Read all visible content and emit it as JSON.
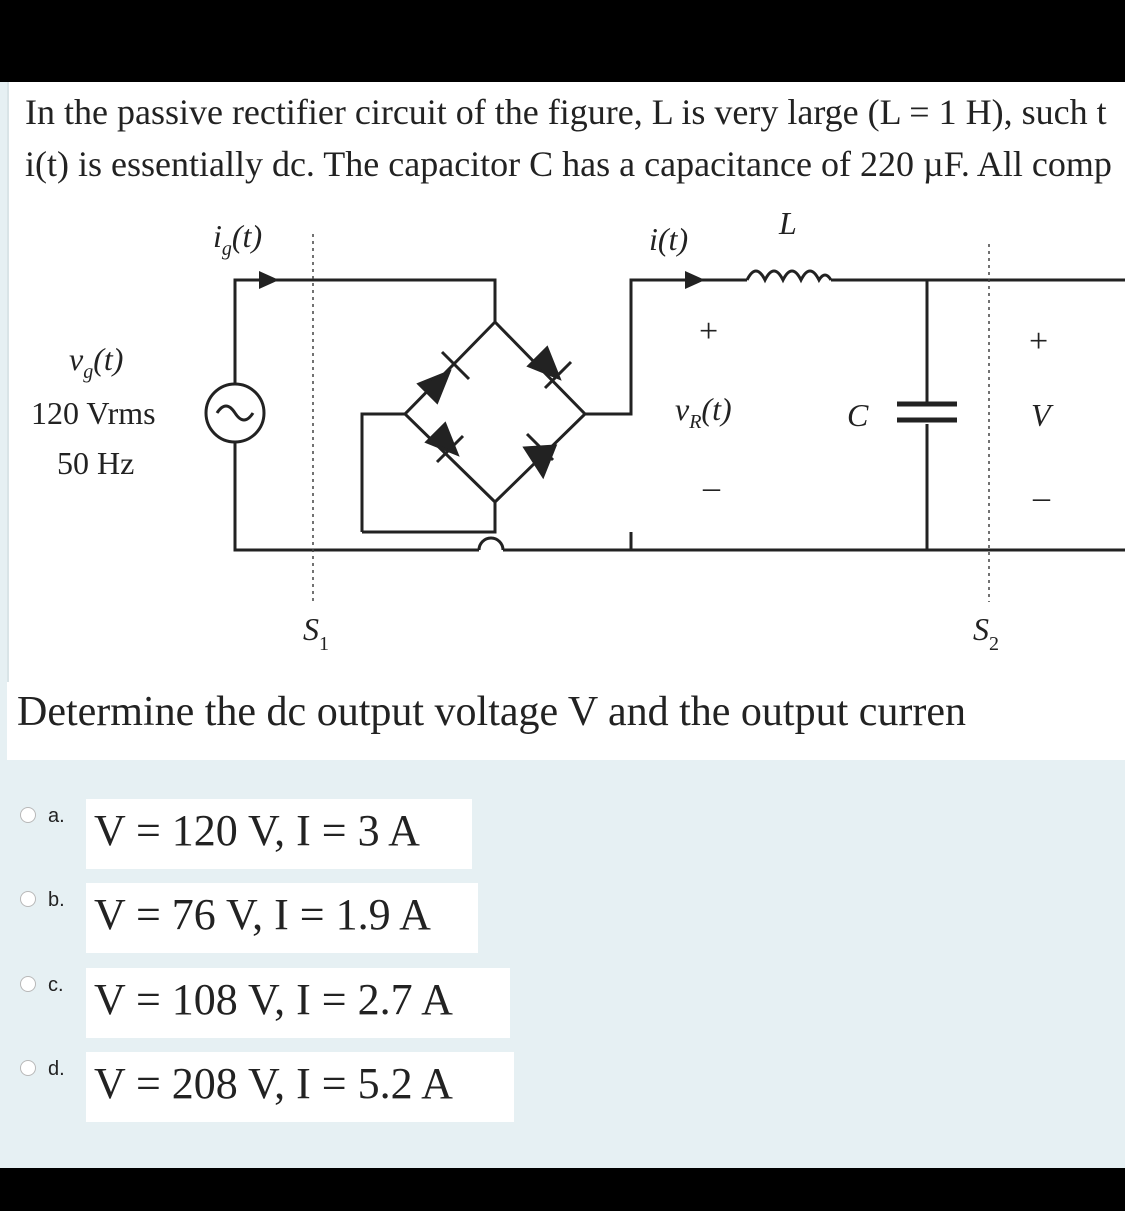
{
  "question": {
    "line1": "In the passive rectifier circuit of the figure, L is very large (L = 1 H), such t",
    "line2": "i(t) is essentially dc. The capacitor C has a capacitance of 220 µF. All comp"
  },
  "figure": {
    "source_name": "v",
    "source_sub": "g",
    "source_arg": "(t)",
    "source_voltage": "120 Vrms",
    "source_freq": "50 Hz",
    "ig_name": "i",
    "ig_sub": "g",
    "ig_arg": "(t)",
    "i_label": "i(t)",
    "L_label": "L",
    "vr_name": "v",
    "vr_sub": "R",
    "vr_arg": "(t)",
    "plus": "+",
    "minus": "–",
    "C_label": "C",
    "V_label": "V",
    "s1_name": "S",
    "s1_sub": "1",
    "s2_name": "S",
    "s2_sub": "2"
  },
  "prompt": "Determine the dc output voltage V and the output curren",
  "options": [
    {
      "letter": "a.",
      "text": "V = 120 V, I = 3 A"
    },
    {
      "letter": "b.",
      "text": "V = 76 V, I = 1.9 A"
    },
    {
      "letter": "c.",
      "text": "V = 108 V, I = 2.7 A"
    },
    {
      "letter": "d.",
      "text": "V = 208 V, I = 5.2 A"
    }
  ]
}
